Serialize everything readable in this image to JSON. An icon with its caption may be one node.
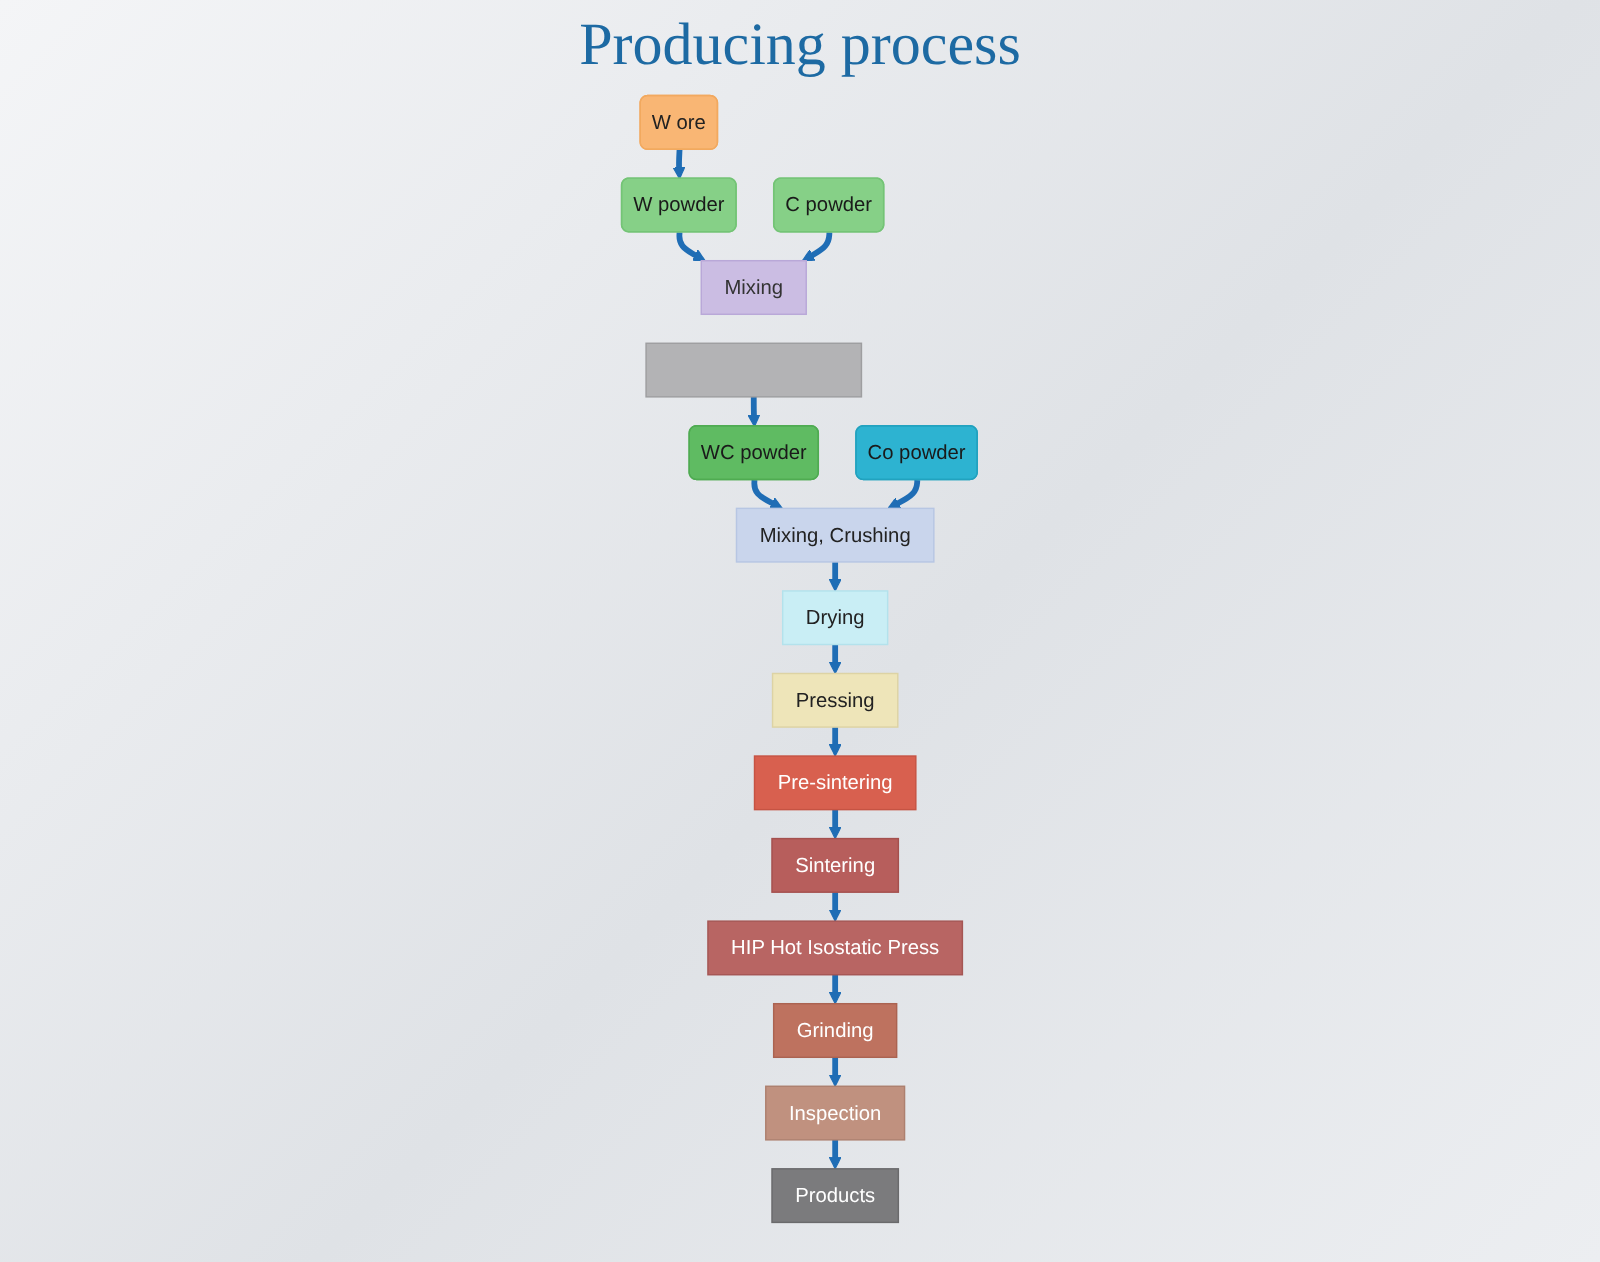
{
  "diagram": {
    "title": "Producing process",
    "nodes": [
      {
        "text": [
          "W ore"
        ]
      },
      {
        "text": [
          "W powder"
        ]
      },
      {
        "text": [
          "C powder"
        ]
      },
      {
        "text": [
          "Mixing"
        ]
      },
      {
        "text": [],
        "shape": "bar"
      },
      {
        "text": [
          "WC powder"
        ]
      },
      {
        "text": [
          "Co powder"
        ]
      },
      {
        "text": [
          "Mixing, Crushing"
        ]
      },
      {
        "text": [
          "Drying"
        ]
      },
      {
        "text": [
          "Pressing"
        ]
      },
      {
        "text": [
          "Pre-sintering"
        ]
      },
      {
        "text": [
          "Sintering"
        ]
      },
      {
        "text": [
          "HIP Hot Isostatic Press"
        ]
      },
      {
        "text": [
          "Grinding"
        ]
      },
      {
        "text": [
          "Inspection"
        ]
      },
      {
        "text": [
          "Products"
        ]
      }
    ],
    "edges": [
      {
        "from": 0,
        "to": 1,
        "arrow": "to"
      },
      {
        "from": 1,
        "to": 3,
        "arrow": "to"
      },
      {
        "from": 2,
        "to": 3,
        "arrow": "to"
      },
      {
        "from": 4,
        "to": 5,
        "arrow": "to"
      },
      {
        "from": 5,
        "to": 7,
        "arrow": "to"
      },
      {
        "from": 6,
        "to": 7,
        "arrow": "to"
      },
      {
        "from": 7,
        "to": 8,
        "arrow": "to"
      },
      {
        "from": 8,
        "to": 9,
        "arrow": "to"
      },
      {
        "from": 9,
        "to": 10,
        "arrow": "to"
      },
      {
        "from": 10,
        "to": 11,
        "arrow": "to"
      },
      {
        "from": 11,
        "to": 12,
        "arrow": "to"
      },
      {
        "from": 12,
        "to": 13,
        "arrow": "to"
      },
      {
        "from": 13,
        "to": 14,
        "arrow": "to"
      },
      {
        "from": 14,
        "to": 15,
        "arrow": "to"
      }
    ]
  }
}
